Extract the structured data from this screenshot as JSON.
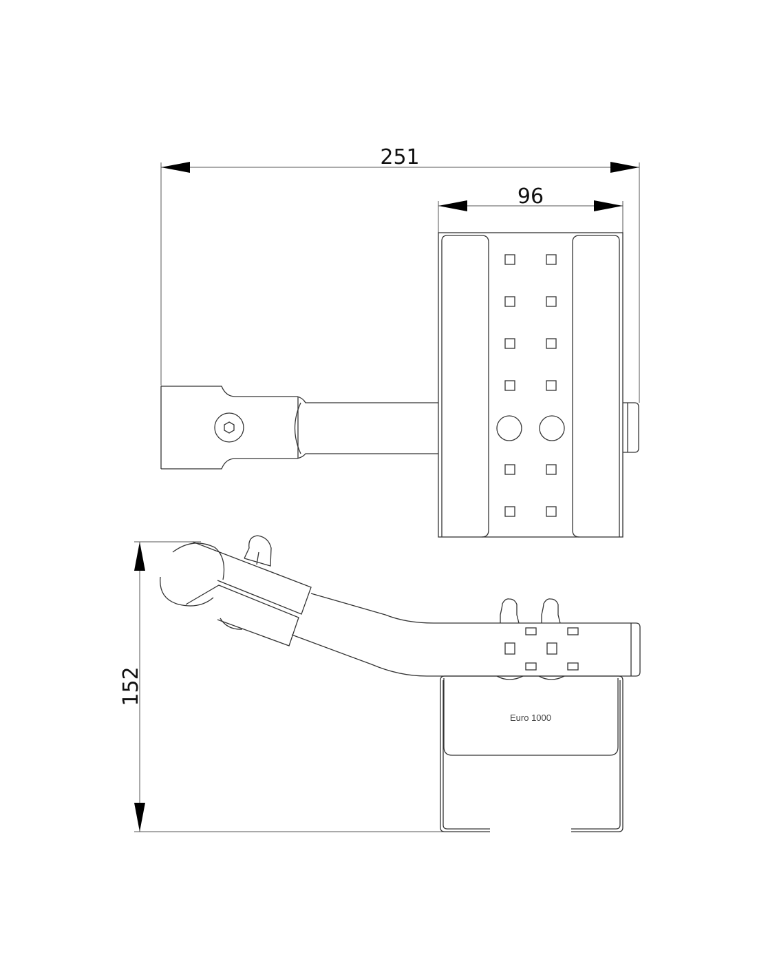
{
  "drawing": {
    "dimensions": {
      "overall_width": "251",
      "plate_width": "96",
      "height": "152"
    },
    "label": "Euro 1000"
  }
}
